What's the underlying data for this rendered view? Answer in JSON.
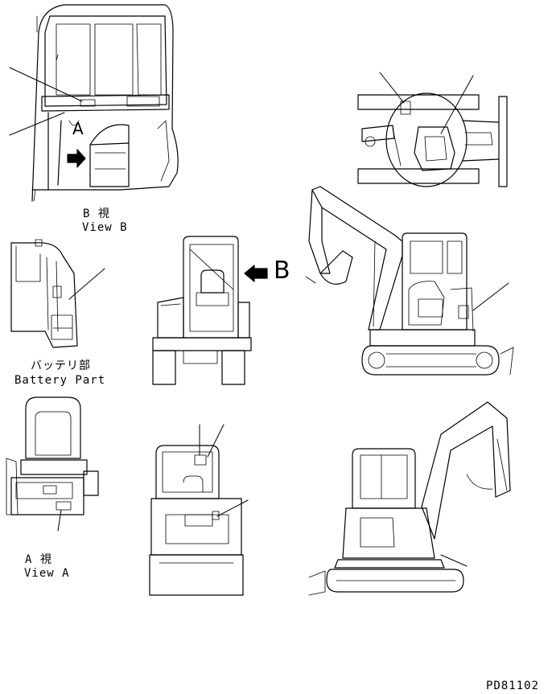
{
  "labels": {
    "view_b_jp": "B 視",
    "view_b_en": "View B",
    "battery_jp": "バッテリ部",
    "battery_en": "Battery Part",
    "view_a_jp": "A 視",
    "view_a_en": "View A",
    "marker_a": "A",
    "marker_b": "B",
    "drawing_no": "PD81102"
  }
}
